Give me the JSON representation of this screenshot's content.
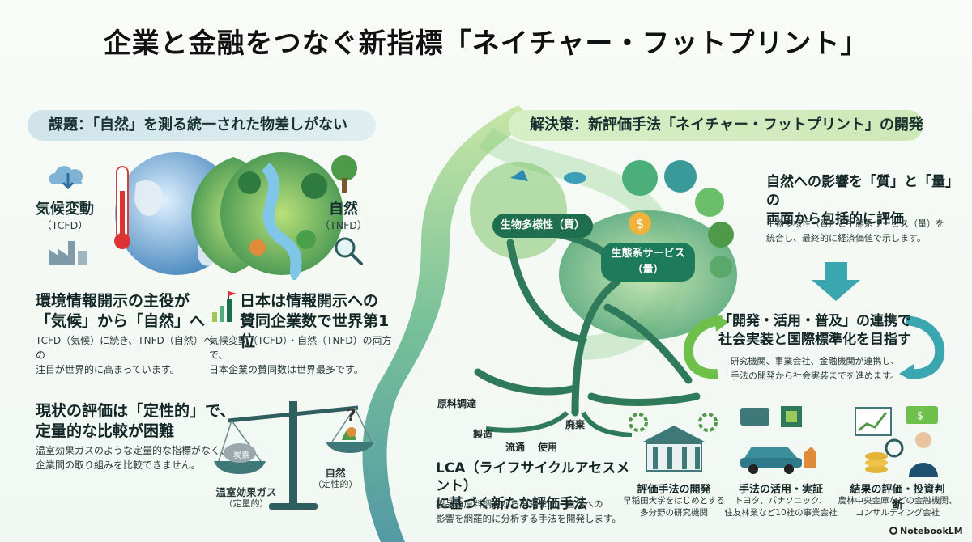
{
  "title": "企業と金融をつなぐ新指標「ネイチャー・フットプリント」",
  "left": {
    "banner": "課題：「自然」を測る統一された物差しがない",
    "climate_label": "気候変動",
    "climate_sub": "（TCFD）",
    "nature_label": "自然",
    "nature_sub": "（TNFD）",
    "point1_title": "環境情報開示の主役が\n「気候」から「自然」へ",
    "point1_text": "TCFD（気候）に続き、TNFD（自然）への\n注目が世界的に高まっています。",
    "point2_title": "日本は情報開示への\n賛同企業数で世界第1位",
    "point2_text": "気候変動（TCFD）・自然（TNFD）の両方で、\n日本企業の賛同数は世界最多です。",
    "point3_title": "現状の評価は「定性的」で、\n定量的な比較が困難",
    "point3_text": "温室効果ガスのような定量的な指標がなく、\n企業間の取り組みを比較できません。",
    "scale_left_tag": "炭素",
    "scale_left_label": "温室効果ガス",
    "scale_left_sub": "（定量的）",
    "scale_right_label": "自然",
    "scale_right_sub": "（定性的）"
  },
  "center": {
    "biodiversity": "生物多様性（質）",
    "ecosystem": "生態系サービス\n（量）",
    "lca_labels": [
      "原料調達",
      "製造",
      "流通",
      "使用",
      "廃棄"
    ],
    "lca_title": "LCA（ライフサイクルアセスメント）\nに基づく新たな評価手法",
    "lca_text": "製品の原料調達から廃棄まで、自然への\n影響を網羅的に分析する手法を開発します。"
  },
  "right": {
    "banner": "解決策：新評価手法「ネイチャー・フットプリント」の開発",
    "eval_title": "自然への影響を「質」と「量」の\n両面から包括的に評価",
    "eval_text": "生物多様性（質）と生態系サービス（量）を\n統合し、最終的に経済価値で示します。",
    "coop_title": "「開発・活用・普及」の連携で\n社会実装と国際標準化を目指す",
    "coop_text": "研究機関、事業会社、金融機関が連携し、\n手法の開発から社会実装までを進めます。",
    "items": [
      {
        "title": "評価手法の開発",
        "text": "早稲田大学をはじめとする\n多分野の研究機関"
      },
      {
        "title": "手法の活用・実証",
        "text": "トヨタ、パナソニック、\n住友林業など10社の事業会社"
      },
      {
        "title": "結果の評価・投資判断",
        "text": "農林中央金庫などの金融機関、\nコンサルティング会社"
      }
    ]
  },
  "footer": {
    "brand": "NotebookLM"
  },
  "colors": {
    "accent_green": "#3a8f5a",
    "teal": "#2f8a8a",
    "lime": "#9cc95a"
  }
}
